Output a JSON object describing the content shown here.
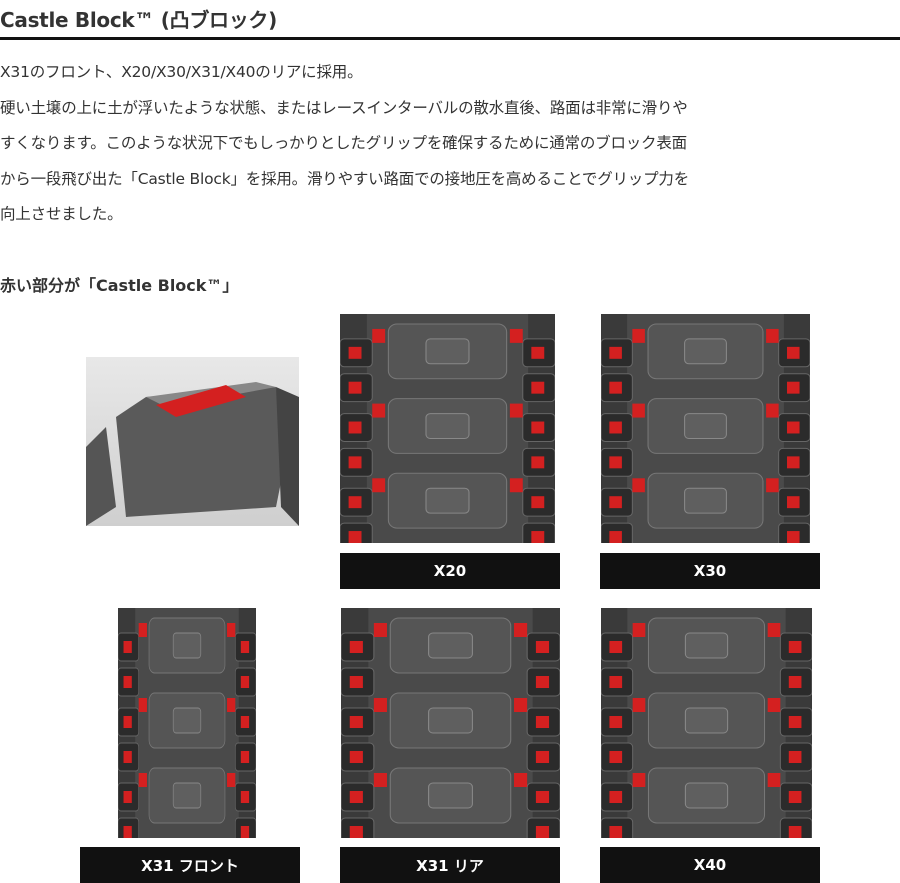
{
  "header": {
    "title": "Castle Block™ (凸ブロック)"
  },
  "description": {
    "lines": [
      "X31のフロント、X20/X30/X31/X40のリアに採用。",
      "硬い土壌の上に土が浮いたような状態、またはレースインターバルの散水直後、路面は非常に滑りや",
      "すくなります。このような状況下でもしっかりとしたグリップを確保するために通常のブロック表面",
      "から一段飛び出た「Castle Block」を採用。滑りやすい路面での接地圧を高めることでグリップ力を",
      "向上させました。"
    ]
  },
  "figure": {
    "caption": "赤い部分が「Castle Block™」",
    "tires": [
      {
        "label": "X20"
      },
      {
        "label": "X30"
      },
      {
        "label": "X31 フロント"
      },
      {
        "label": "X31 リア"
      },
      {
        "label": "X40"
      }
    ],
    "accent_color": "#d42020"
  }
}
